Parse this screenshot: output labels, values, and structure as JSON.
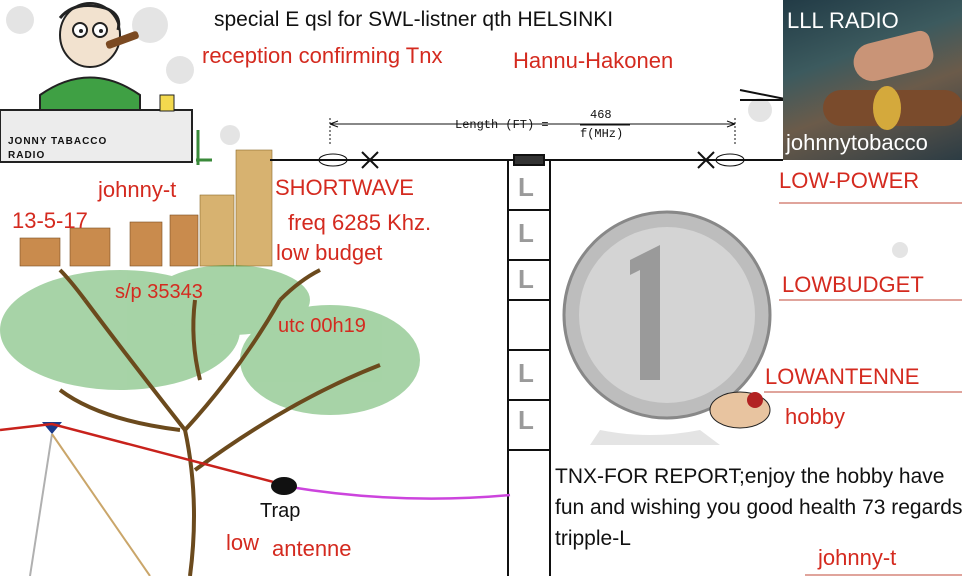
{
  "header": {
    "title_line": "special E qsl for SWL-listner qth HELSINKI",
    "confirm_line": "reception confirming  Tnx",
    "listener_name": "Hannu-Hakonen"
  },
  "cartoon_sign": {
    "line1": "JONNY TABACCO",
    "line2": "RADIO"
  },
  "station_photo": {
    "top_label": "LLL RADIO",
    "bottom_label": "johnnytobacco"
  },
  "antenna_formula": {
    "label": "Length (FT) =",
    "numerator": "468",
    "denominator": "f(MHz)"
  },
  "report": {
    "operator": "johnny-t",
    "date": "13-5-17",
    "band": "SHORTWAVE",
    "freq": "freq  6285 Khz.",
    "budget": "low budget",
    "signal": "s/p 35343",
    "time": "utc 00h19"
  },
  "equipment_notes": {
    "power": "LOW-POWER",
    "budget": "LOWBUDGET",
    "antenna": "LOWANTENNE",
    "hobby": "hobby"
  },
  "antenna_diagram": {
    "trap_label": "Trap",
    "low_label": "low",
    "antenne_label": "antenne",
    "ladder_letter": "L"
  },
  "closing": {
    "message": "TNX-FOR REPORT;enjoy the hobby have fun and  wishing you good health    73 regards tripple-L",
    "signature": "johnny-t"
  },
  "colors": {
    "red_text": "#d42a1f",
    "wire_red": "#c8221c",
    "wire_magenta": "#cc44dd",
    "tree_brown": "#6b4a1d",
    "foliage": "#3c9e3c"
  }
}
